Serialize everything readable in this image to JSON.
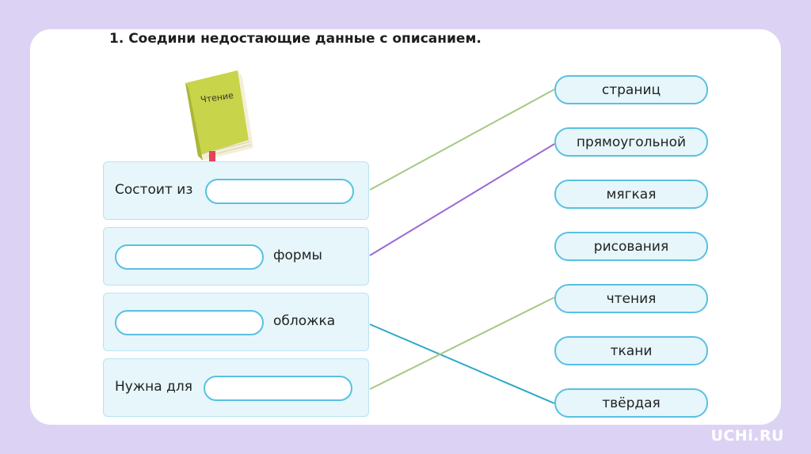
{
  "title": "1. Соедини недостающие данные с описанием.",
  "book": {
    "label": "Чтение",
    "icon": "book-icon"
  },
  "rows": [
    {
      "text": "Состоит из"
    },
    {
      "text": "формы"
    },
    {
      "text": "обложка"
    },
    {
      "text": "Нужна для"
    }
  ],
  "options": [
    {
      "label": "страниц"
    },
    {
      "label": "прямоугольной"
    },
    {
      "label": "мягкая"
    },
    {
      "label": "рисования"
    },
    {
      "label": "чтения"
    },
    {
      "label": "ткани"
    },
    {
      "label": "твёрдая"
    }
  ],
  "colors": {
    "background": "#dcd3f4",
    "line_row1": "#a6c882",
    "line_row2": "#9a6ad6",
    "line_row3": "#2da7c9",
    "line_row4": "#a6c882",
    "slot_border": "#58c0e2"
  },
  "brand": "UCHi.RU"
}
